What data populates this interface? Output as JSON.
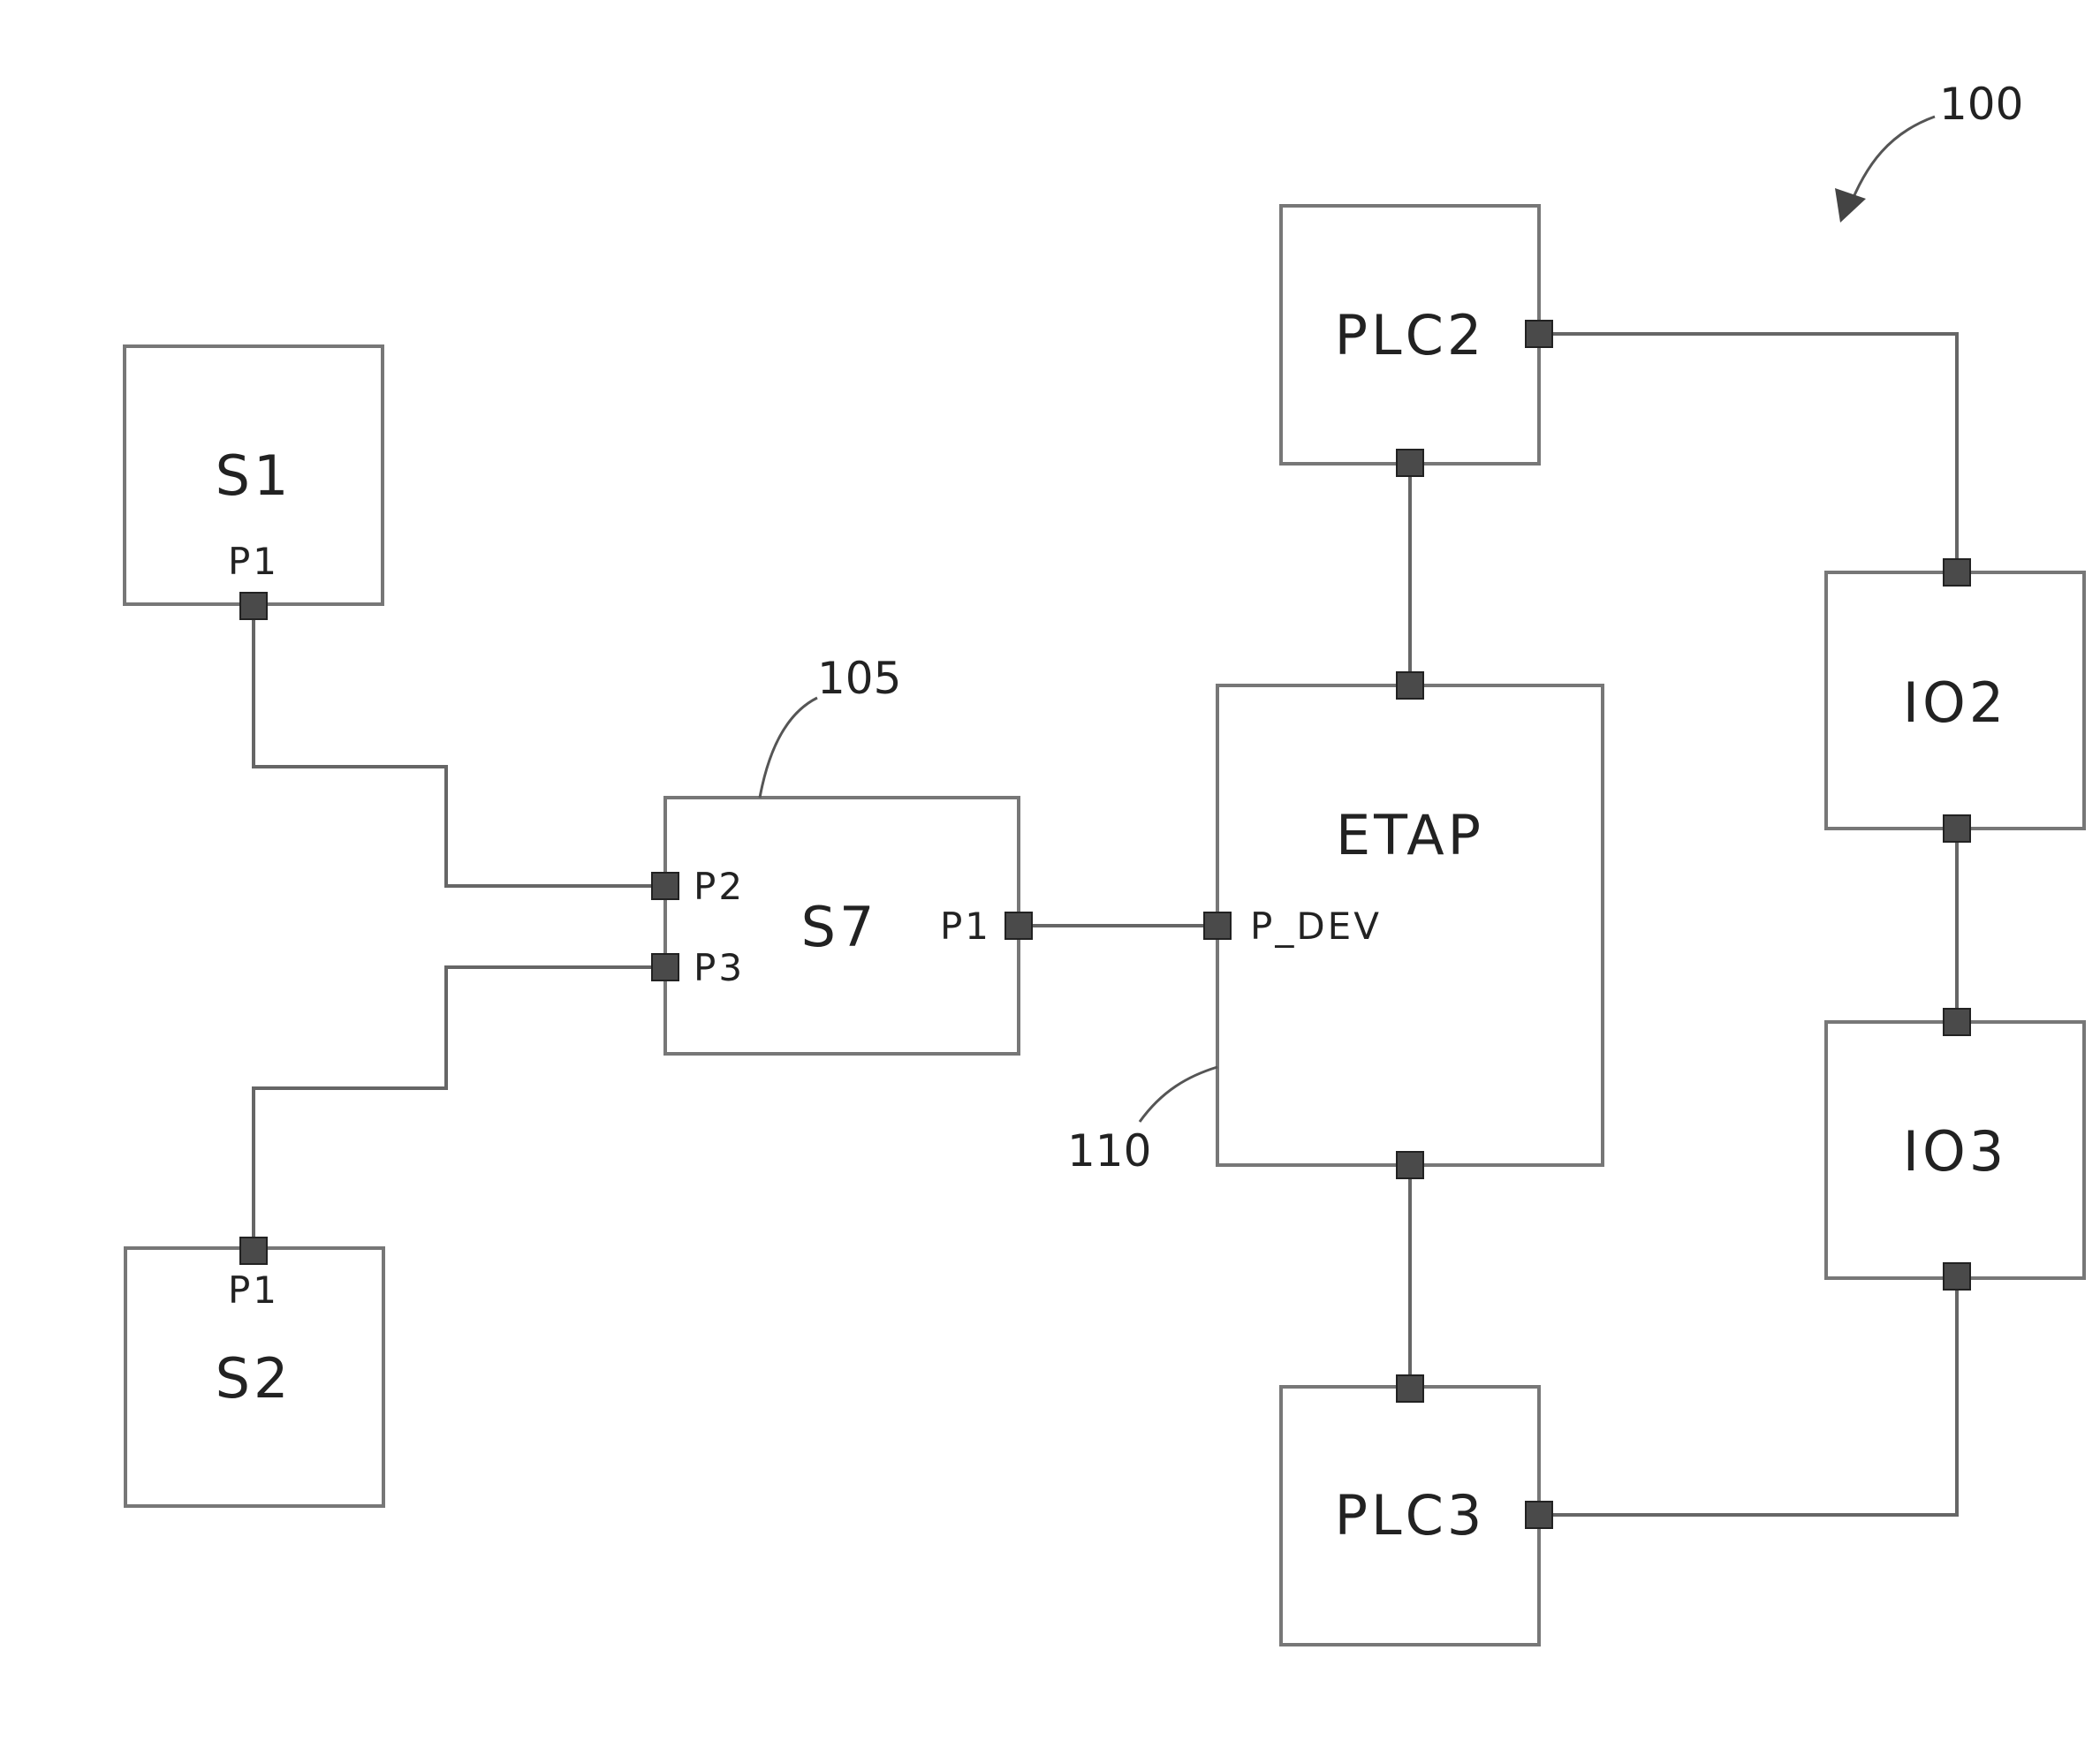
{
  "figure_reference": "100",
  "callouts": {
    "s7_block_ref": "105",
    "etap_block_ref": "110"
  },
  "nodes": {
    "s1": {
      "label": "S1",
      "port_label": "P1"
    },
    "s2": {
      "label": "S2",
      "port_label": "P1"
    },
    "s7": {
      "label": "S7",
      "port_p2": "P2",
      "port_p3": "P3",
      "port_p1": "P1"
    },
    "etap": {
      "label": "ETAP",
      "port_label": "P_DEV"
    },
    "plc2": {
      "label": "PLC2"
    },
    "plc3": {
      "label": "PLC3"
    },
    "io2": {
      "label": "IO2"
    },
    "io3": {
      "label": "IO3"
    }
  }
}
